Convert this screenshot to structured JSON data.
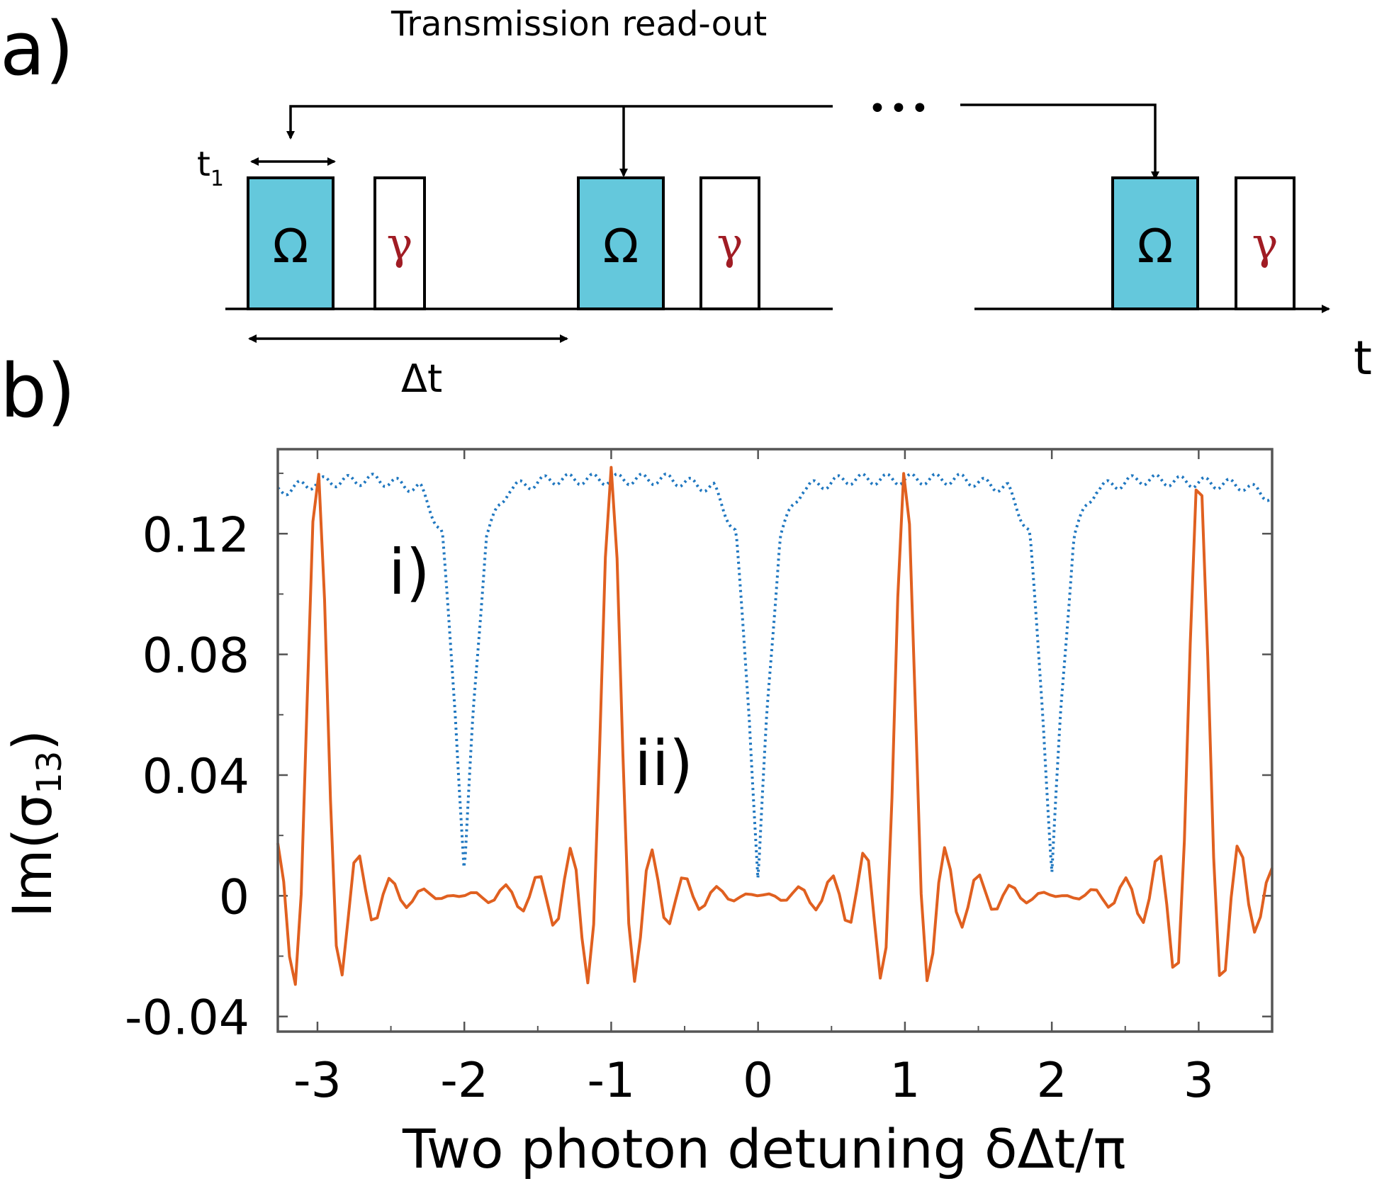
{
  "panel_a": {
    "label": "a)",
    "title": "Transmission read-out",
    "ellipsis": "•••",
    "t1_main": "t",
    "t1_sub": "1",
    "omega": "Ω",
    "gamma": "γ",
    "dt": "Δt",
    "t_axis": "t",
    "colors": {
      "omega_fill": "#64c8dc",
      "gamma_text": "#a01c24"
    }
  },
  "panel_b": {
    "label": "b)",
    "annot_i": "i)",
    "annot_ii": "ii)",
    "colors": {
      "series_i": "#1f77c0",
      "series_ii": "#e06020",
      "frame": "#555555"
    }
  },
  "chart_data": {
    "type": "line",
    "xlabel": "Two photon detuning δΔt/π",
    "ylabel_main": "Im(σ",
    "ylabel_sub": "13",
    "ylabel_close": ")",
    "xlim": [
      -3.27,
      3.5
    ],
    "ylim": [
      -0.045,
      0.148
    ],
    "xticks": [
      -3,
      -2,
      -1,
      0,
      1,
      2,
      3
    ],
    "xtick_labels": [
      "-3",
      "-2",
      "-1",
      "0",
      "1",
      "2",
      "3"
    ],
    "yticks": [
      -0.04,
      0,
      0.04,
      0.08,
      0.12
    ],
    "ytick_labels": [
      "-0.04",
      "0",
      "0.04",
      "0.08",
      "0.12"
    ],
    "series": [
      {
        "style": "dotted",
        "baseline": 0.137,
        "dips": [
          {
            "x": -2,
            "min": 0.007
          },
          {
            "x": 0,
            "min": 0.005
          },
          {
            "x": 2,
            "min": 0.007
          }
        ],
        "x": [
          -3.27,
          -3.0,
          -2.6,
          -2.3,
          -2.15,
          -2.06,
          -2.0,
          -1.94,
          -1.85,
          -1.7,
          -1.4,
          -1.0,
          -0.6,
          -0.3,
          -0.15,
          -0.06,
          0.0,
          0.06,
          0.15,
          0.3,
          0.6,
          1.0,
          1.4,
          1.7,
          1.85,
          1.94,
          2.0,
          2.06,
          2.15,
          2.3,
          2.6,
          3.0,
          3.3,
          3.5
        ],
        "y": [
          0.134,
          0.137,
          0.138,
          0.135,
          0.12,
          0.06,
          0.007,
          0.06,
          0.12,
          0.135,
          0.138,
          0.138,
          0.138,
          0.135,
          0.12,
          0.06,
          0.005,
          0.06,
          0.12,
          0.135,
          0.138,
          0.138,
          0.138,
          0.135,
          0.12,
          0.06,
          0.007,
          0.06,
          0.12,
          0.135,
          0.138,
          0.137,
          0.136,
          0.132
        ]
      },
      {
        "style": "solid",
        "peaks": [
          {
            "x": -3,
            "y": 0.142
          },
          {
            "x": -1,
            "y": 0.142
          },
          {
            "x": 1,
            "y": 0.142
          },
          {
            "x": 3,
            "y": 0.142
          }
        ],
        "sidelobe_min": -0.032,
        "ripple_amplitude": 0.009
      }
    ]
  }
}
